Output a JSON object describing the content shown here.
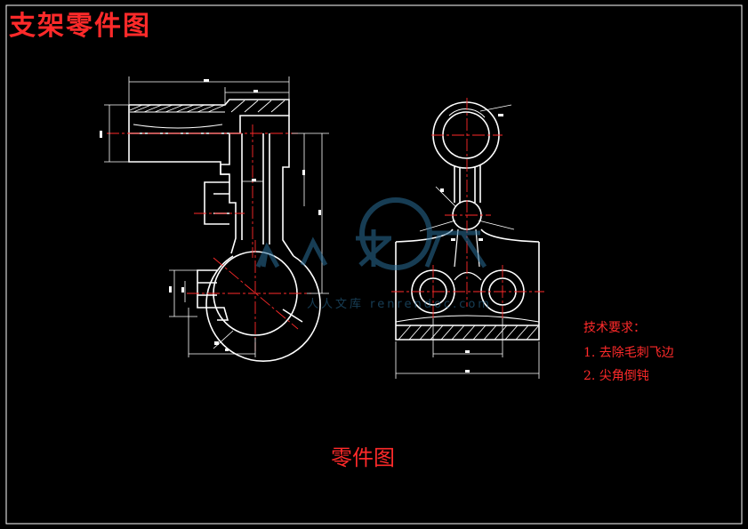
{
  "drawing": {
    "title": "支架零件图",
    "caption": "零件图",
    "tech_requirements": {
      "heading": "技术要求：",
      "items": [
        "1. 去除毛刺飞边",
        "2. 尖角倒钝"
      ]
    },
    "watermark": "人人文库 renrendoc.com"
  },
  "colors": {
    "background": "#000000",
    "outline": "#ffffff",
    "centerline": "#ff2a2a",
    "text": "#ff2a2a",
    "border": "#ffffff"
  }
}
